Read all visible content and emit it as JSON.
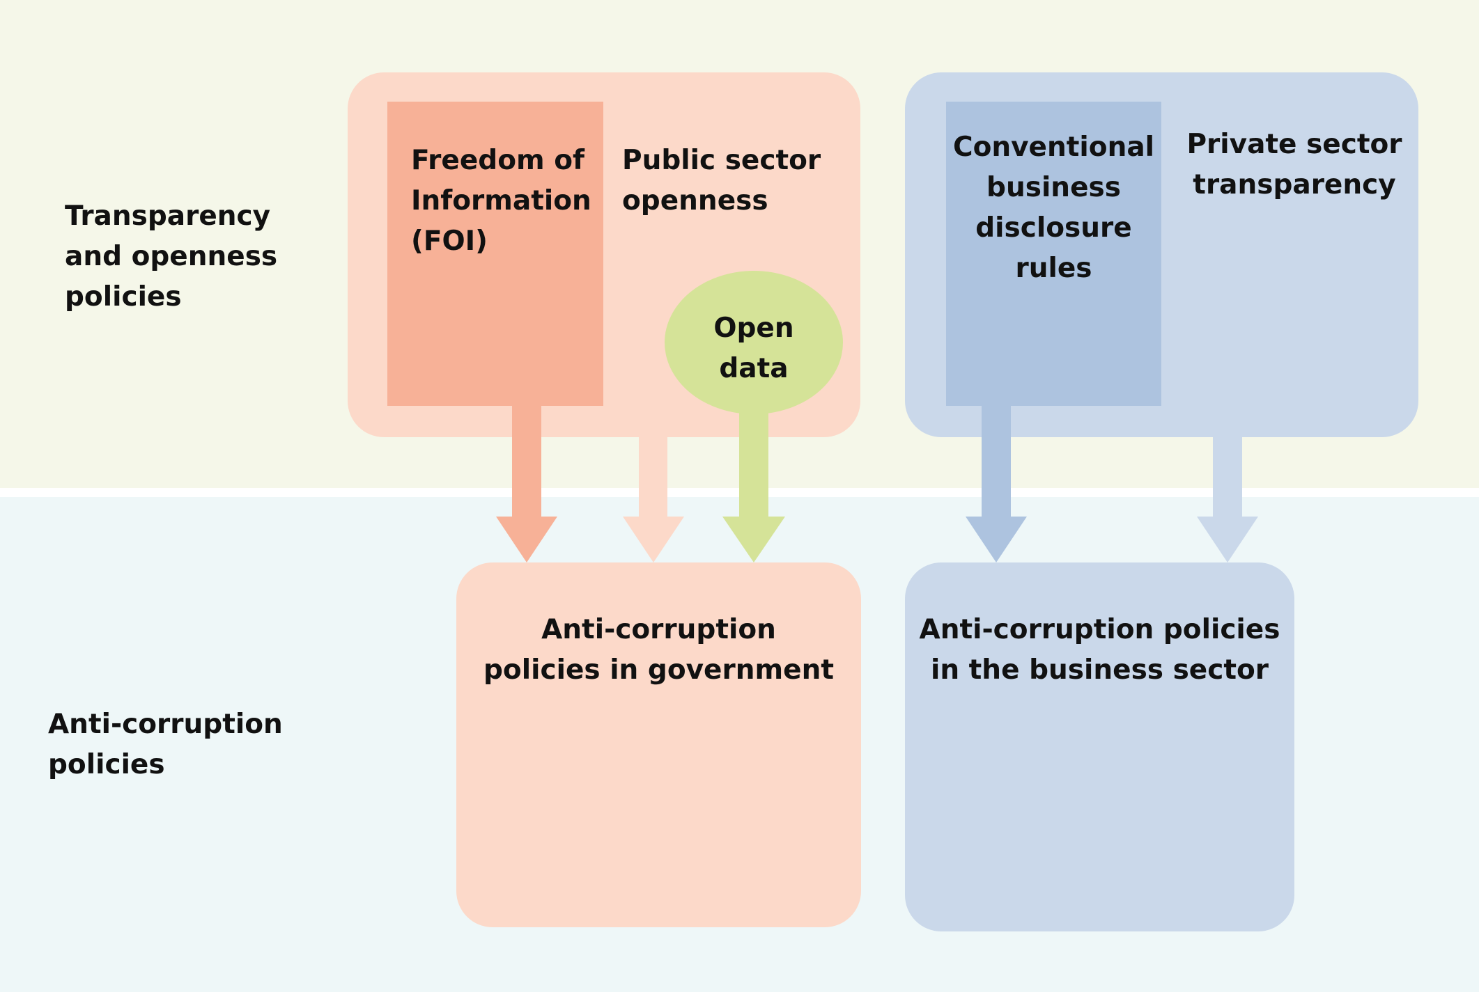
{
  "colors": {
    "top_band": "#f5f7e9",
    "bottom_band": "#eef7f8",
    "public_box": "#fcd9c9",
    "foi_box": "#f7b197",
    "open_data": "#d5e398",
    "private_box": "#cad8ea",
    "conventional_box": "#adc3df",
    "text": "#111111"
  },
  "rows": {
    "top_label": "Transparency\nand openness\npolicies",
    "bottom_label": "Anti-corruption\npolicies"
  },
  "public": {
    "foi": "Freedom of\nInformation\n(FOI)",
    "openness": "Public sector\nopenness",
    "open_data": "Open\ndata"
  },
  "private": {
    "conventional": "Conventional\nbusiness\ndisclosure\nrules",
    "transparency": "Private sector\ntransparency"
  },
  "targets": {
    "government": "Anti-corruption\npolicies in government",
    "business": "Anti-corruption policies\nin the business sector"
  }
}
